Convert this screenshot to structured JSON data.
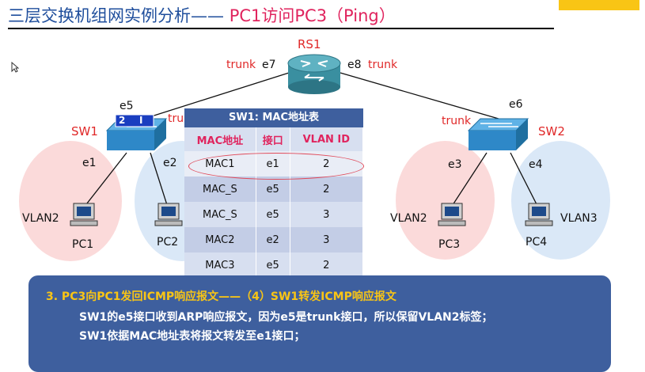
{
  "title": {
    "main": "三层交换机组网实例分析—— ",
    "sub": "PC1访问PC3（Ping）"
  },
  "diagram": {
    "router": {
      "name": "RS1",
      "left_port": "e7",
      "right_port": "e8",
      "left_link": "trunk",
      "right_link": "trunk"
    },
    "sw1": {
      "name": "SW1",
      "uplink_port": "e5",
      "port_a": "e1",
      "port_b": "e2",
      "uplink_label": "tru",
      "indicator_left": "2",
      "indicator_right": "I"
    },
    "sw2": {
      "name": "SW2",
      "uplink_port": "e6",
      "port_a": "e3",
      "port_b": "e4",
      "uplink_label": "trunk"
    },
    "pcs": [
      {
        "name": "PC1",
        "vlan": "VLAN2"
      },
      {
        "name": "PC2",
        "vlan": ""
      },
      {
        "name": "PC3",
        "vlan": "VLAN2"
      },
      {
        "name": "PC4",
        "vlan": "VLAN3"
      }
    ]
  },
  "mac_table": {
    "title": "SW1: MAC地址表",
    "headers": [
      "MAC地址",
      "接口",
      "VLAN ID"
    ],
    "rows": [
      [
        "MAC1",
        "e1",
        "2"
      ],
      [
        "MAC_S",
        "e5",
        "2"
      ],
      [
        "MAC_S",
        "e5",
        "3"
      ],
      [
        "MAC2",
        "e2",
        "3"
      ],
      [
        "MAC3",
        "e5",
        "2"
      ]
    ]
  },
  "panel": {
    "step": "3.  PC3向PC1发回ICMP响应报文——（4）SW1转发ICMP响应报文",
    "line1": "SW1的e5接口收到ARP响应报文，因为e5是trunk接口，所以保留VLAN2标签；",
    "line2": "SW1依据MAC地址表将报文转发至e1接口；"
  },
  "colors": {
    "accent_red": "#e02828",
    "title_blue": "#1f4e9c",
    "panel_bg": "#3e5f9e",
    "step_yellow": "#f9c515"
  }
}
